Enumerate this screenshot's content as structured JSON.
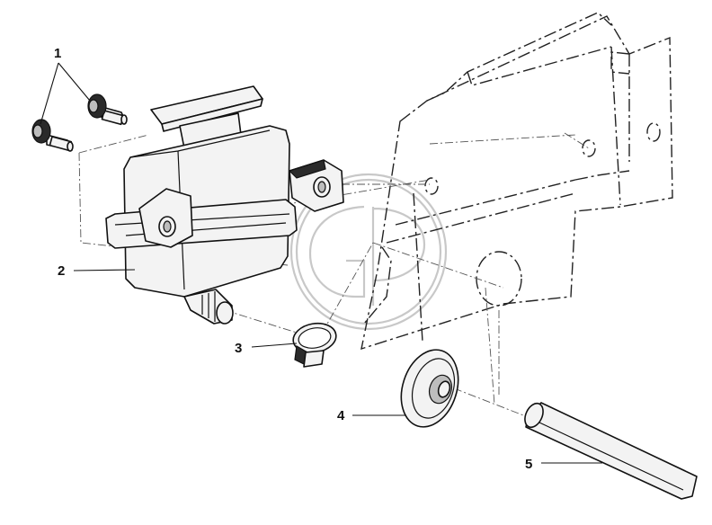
{
  "callouts": [
    {
      "id": "1",
      "label": "1"
    },
    {
      "id": "2",
      "label": "2"
    },
    {
      "id": "3",
      "label": "3"
    },
    {
      "id": "4",
      "label": "4"
    },
    {
      "id": "5",
      "label": "5"
    }
  ],
  "icons": {
    "watermark": "gp-logo-watermark"
  }
}
